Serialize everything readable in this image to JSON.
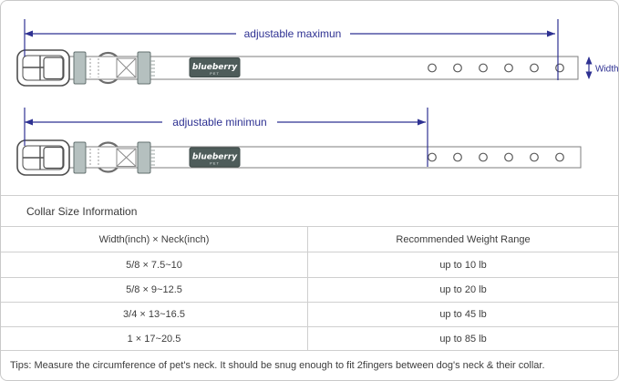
{
  "diagram": {
    "accent_color": "#2e3192",
    "collar_top": {
      "dimension_label": "adjustable maximun",
      "width_label": "Width",
      "brand": "blueberry",
      "brand_sub": "PET",
      "holes": 6
    },
    "collar_bottom": {
      "dimension_label": "adjustable minimun",
      "brand": "blueberry",
      "brand_sub": "PET",
      "holes": 6
    }
  },
  "table": {
    "section_title": "Collar Size Information",
    "columns": [
      "Width(inch) × Neck(inch)",
      "Recommended Weight Range"
    ],
    "rows": [
      [
        "5/8 × 7.5~10",
        "up to 10 lb"
      ],
      [
        "5/8 × 9~12.5",
        "up to 20 lb"
      ],
      [
        "3/4 × 13~16.5",
        "up to 45 lb"
      ],
      [
        "1 × 17~20.5",
        "up to 85 lb"
      ]
    ],
    "tips": "Tips: Measure the circumference of pet's neck. It should be snug enough to fit 2fingers between dog's neck & their collar."
  }
}
